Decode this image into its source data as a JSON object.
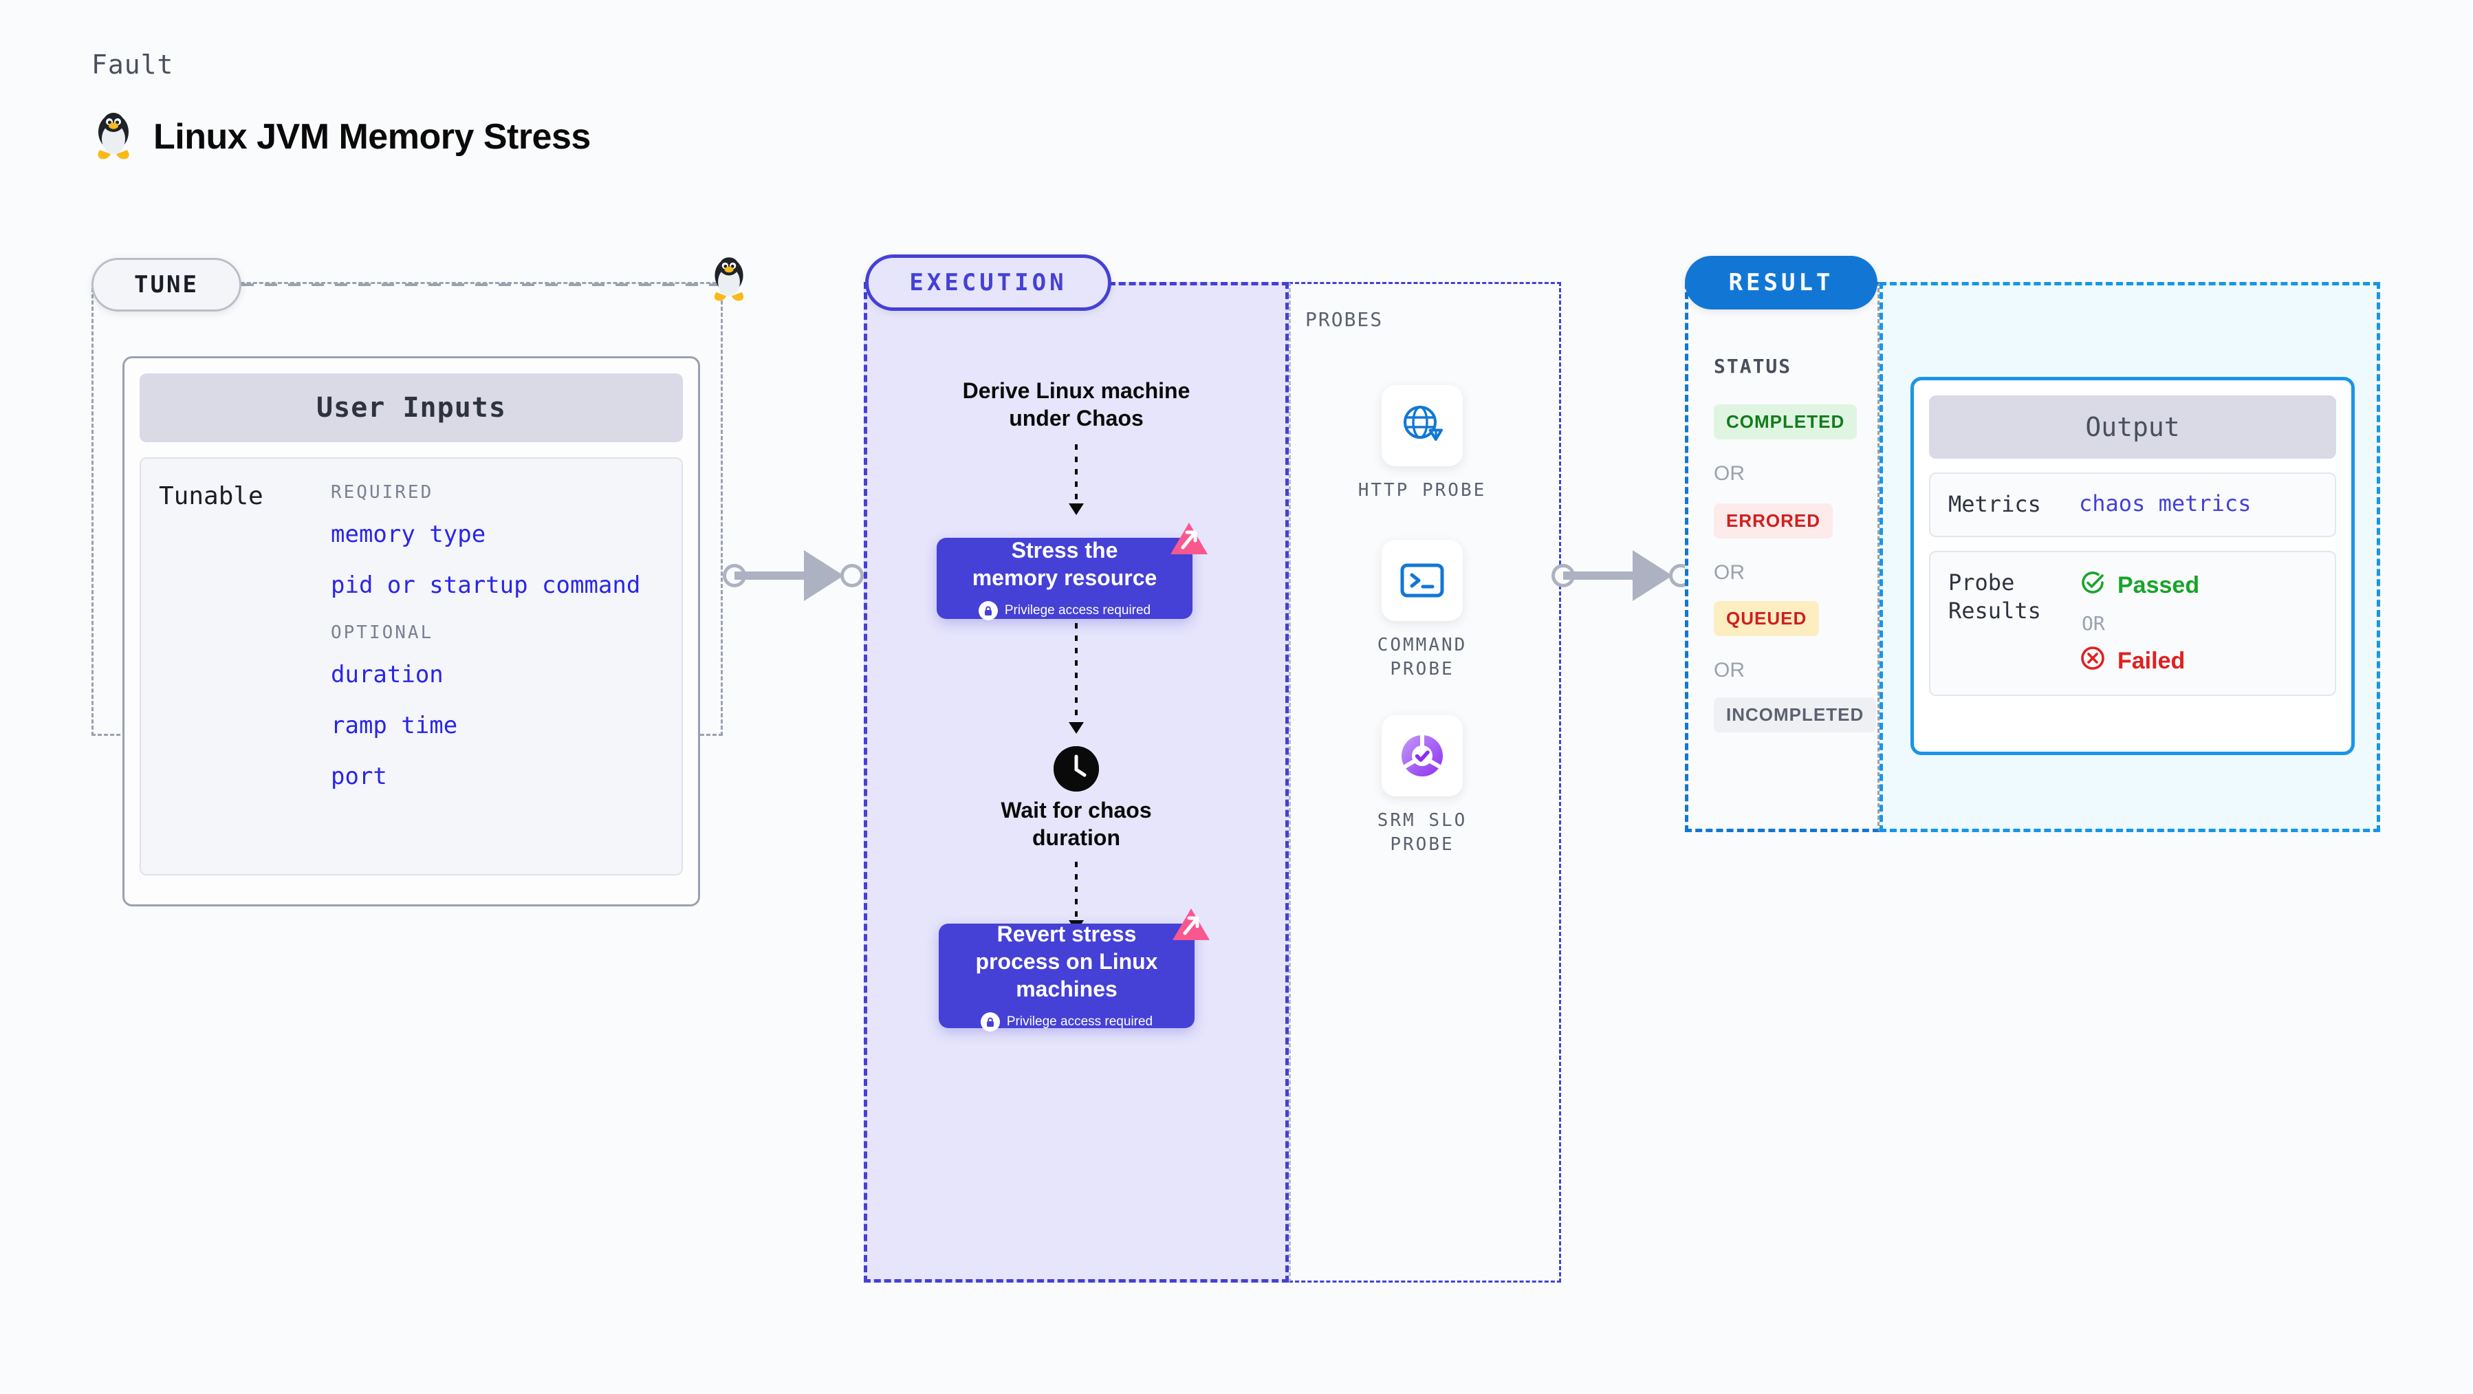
{
  "header": {
    "kicker": "Fault",
    "title": "Linux JVM Memory Stress",
    "icon": "tux-penguin-icon"
  },
  "stages": {
    "tune": {
      "label": "TUNE"
    },
    "execution": {
      "label": "EXECUTION"
    },
    "probes": {
      "label": "PROBES"
    },
    "result": {
      "label": "RESULT"
    }
  },
  "tune": {
    "card_title": "User Inputs",
    "row_label": "Tunable",
    "required_label": "REQUIRED",
    "required_params": [
      "memory type",
      "pid or startup command"
    ],
    "optional_label": "OPTIONAL",
    "optional_params": [
      "duration",
      "ramp time",
      "port"
    ]
  },
  "execution": {
    "step1_text": "Derive Linux machine\nunder Chaos",
    "node1": {
      "title": "Stress the\nmemory resource",
      "sub": "Privilege access required",
      "badge_icon": "harness-ribbon-icon",
      "lock_icon": "lock-icon"
    },
    "wait": {
      "icon": "clock-icon",
      "text": "Wait for chaos\nduration"
    },
    "node2": {
      "title": "Revert stress\nprocess on Linux\nmachines",
      "sub": "Privilege access required",
      "badge_icon": "harness-ribbon-icon",
      "lock_icon": "lock-icon"
    }
  },
  "probes": [
    {
      "label": "HTTP PROBE",
      "icon": "globe-warning-icon"
    },
    {
      "label": "COMMAND PROBE",
      "icon": "terminal-icon"
    },
    {
      "label": "SRM SLO PROBE",
      "icon": "slo-donut-check-icon"
    }
  ],
  "result": {
    "status_title": "STATUS",
    "or_label": "OR",
    "statuses": [
      {
        "label": "COMPLETED",
        "variant": "completed"
      },
      {
        "label": "ERRORED",
        "variant": "errored"
      },
      {
        "label": "QUEUED",
        "variant": "queued"
      },
      {
        "label": "INCOMPLETED",
        "variant": "incomplete"
      }
    ],
    "output": {
      "title": "Output",
      "metrics_key": "Metrics",
      "metrics_value": "chaos metrics",
      "probe_key": "Probe\nResults",
      "passed_label": "Passed",
      "failed_label": "Failed",
      "or_label": "OR",
      "passed_icon": "check-circle-icon",
      "failed_icon": "x-circle-icon"
    }
  },
  "colors": {
    "accent_purple": "#4540d6",
    "accent_blue": "#1277d4",
    "accent_cyan": "#1995e8",
    "param_blue": "#2a25e8",
    "pink_ribbon": "#f9588f",
    "pass_green": "#1aa32b",
    "fail_red": "#e02020"
  }
}
